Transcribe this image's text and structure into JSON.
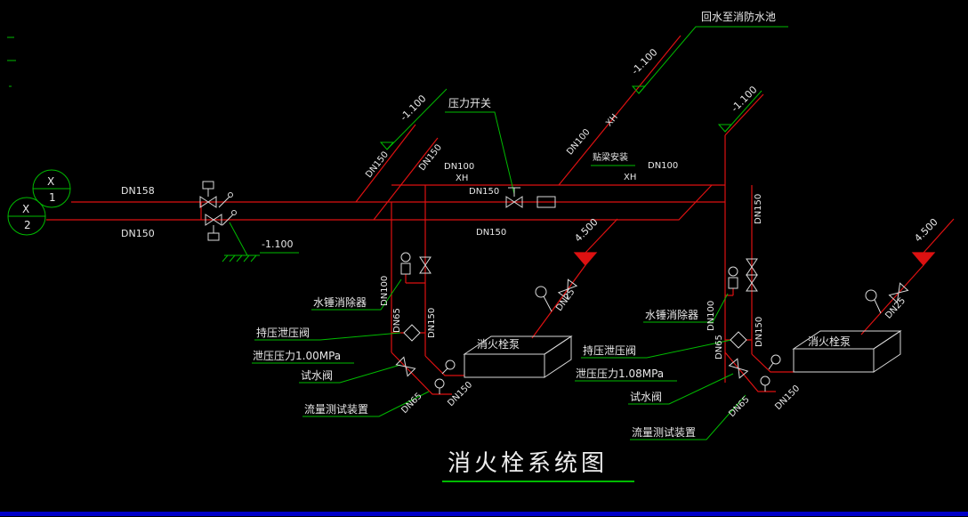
{
  "title": "消火栓系统图",
  "labels": {
    "return_water": "回水至消防水池",
    "pressure_switch": "压力开关",
    "beam_mount": "贴梁安装",
    "water_hammer": "水锤消除器",
    "relief_valve": "持压泄压阀",
    "relief_pressure_left": "泄压压力1.00MPa",
    "relief_pressure_right": "泄压压力1.08MPa",
    "test_valve": "试水阀",
    "flow_test_device": "流量测试装置",
    "pump": "消火栓泵"
  },
  "pipes": {
    "dn158": "DN158",
    "dn150": "DN150",
    "dn100": "DN100",
    "dn65": "DN65",
    "dn25": "DN25",
    "xh": "XH"
  },
  "elevations": {
    "low": "-1.100",
    "high": "4.500"
  },
  "riser_tags": [
    {
      "system": "X",
      "number": "1"
    },
    {
      "system": "X",
      "number": "2"
    }
  ],
  "colors": {
    "background": "#000000",
    "pipe": "#dd1111",
    "annotation": "#00bb00",
    "symbol": "#d9d9d9",
    "text": "#e8e8e8",
    "frame": "#0000c8"
  }
}
